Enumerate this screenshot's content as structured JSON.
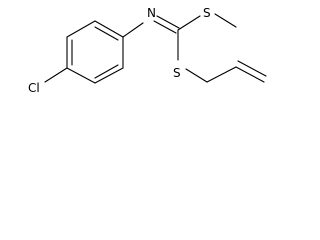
{
  "molecule": {
    "atoms": {
      "cl": "Cl",
      "n": "N",
      "s_methyl": "S",
      "s_allyl": "S"
    }
  },
  "colors": {
    "bond": "#000000",
    "background": "#ffffff"
  }
}
